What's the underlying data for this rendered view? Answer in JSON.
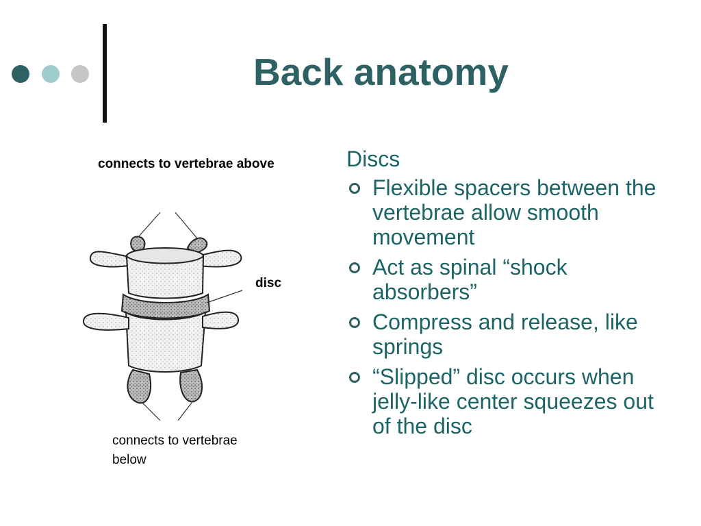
{
  "slide": {
    "title": "Back anatomy",
    "diagram": {
      "label_top": "connects to vertebrae above",
      "label_disc": "disc",
      "label_bottom": "connects to vertebrae below"
    },
    "content": {
      "heading": "Discs",
      "bullets": [
        "Flexible spacers between the vertebrae allow smooth movement",
        "Act as spinal “shock absorbers”",
        "Compress and release, like springs",
        "“Slipped” disc occurs when jelly-like center squeezes out of the disc"
      ]
    }
  },
  "colors": {
    "title": "#2e6163",
    "body_text": "#1d6466",
    "dot_dark": "#2e6163",
    "dot_light": "#9fcccf",
    "dot_grey": "#c6c6c6"
  }
}
